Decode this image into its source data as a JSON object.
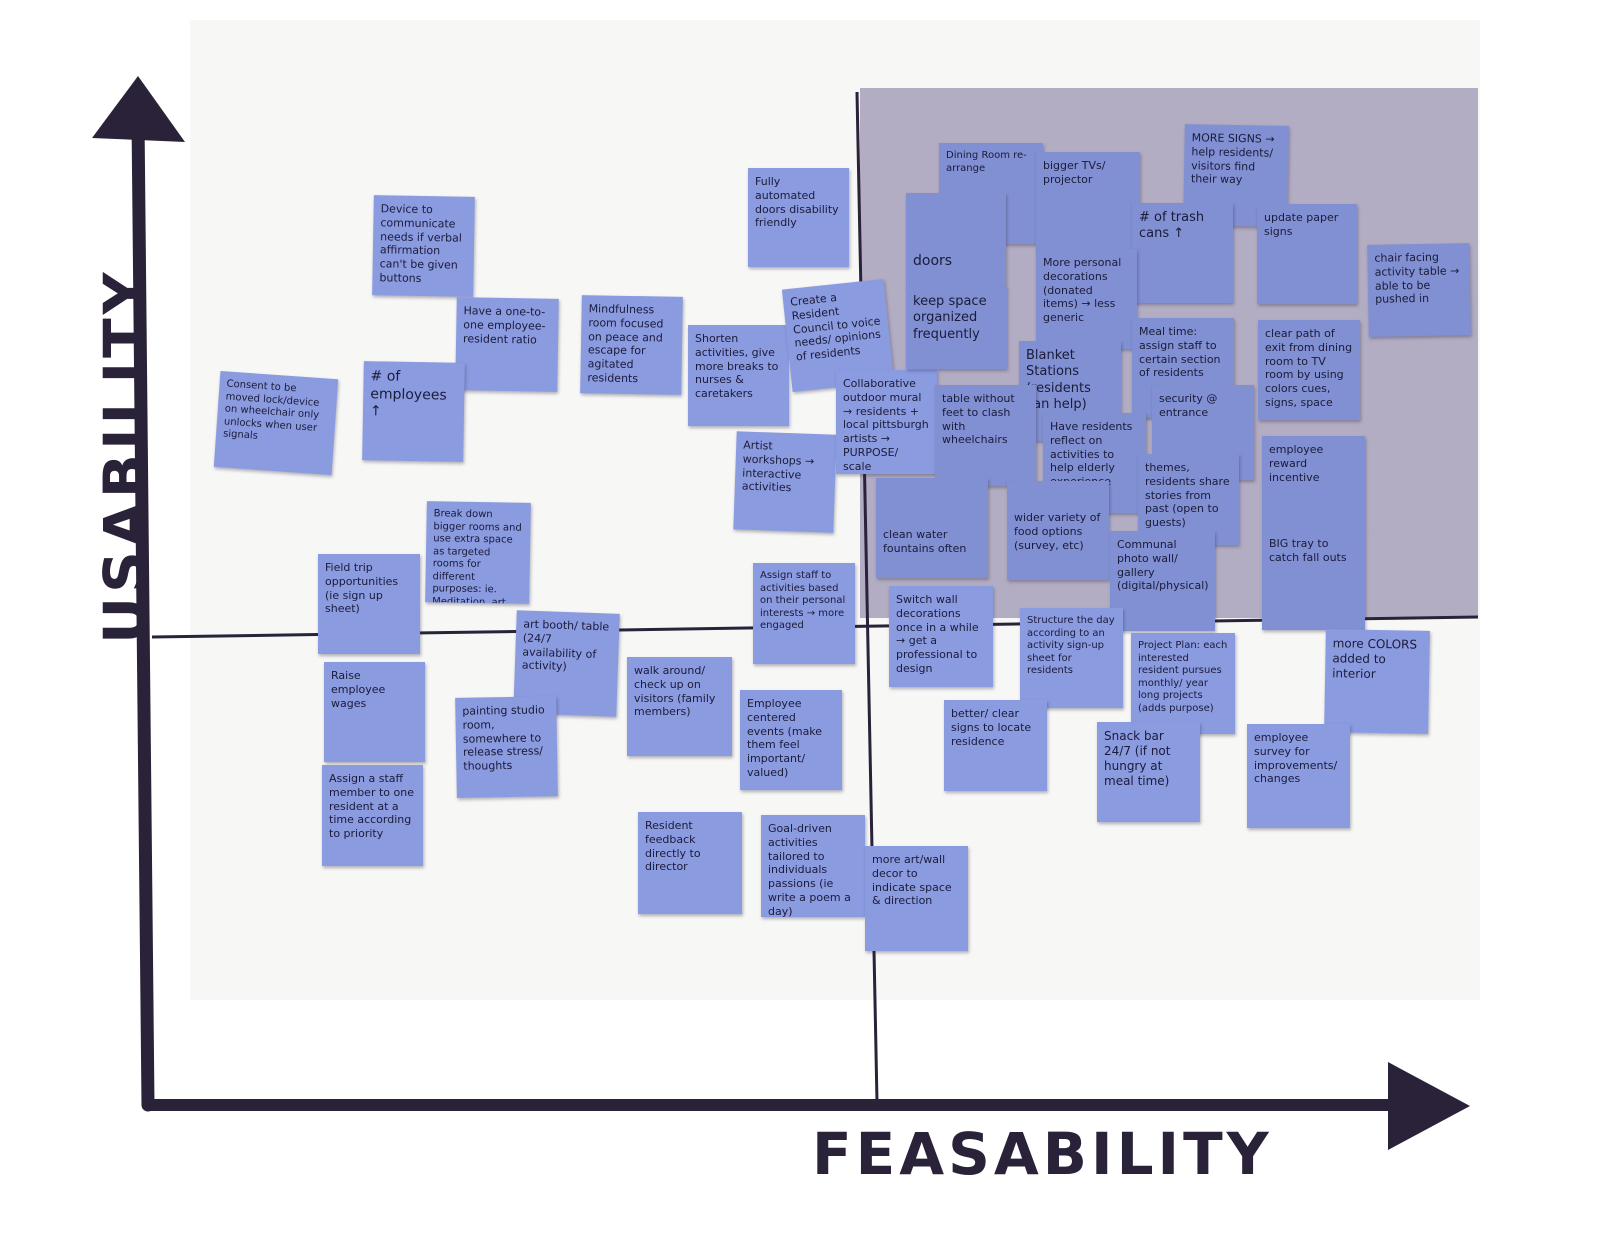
{
  "axes": {
    "y_label": "USABILITY",
    "x_label": "FEASABILITY"
  },
  "colors": {
    "note": "#8b9be0",
    "highlight": "#a7a0ba",
    "axis": "#2a2238"
  },
  "notes": [
    {
      "id": "n1",
      "text": "Device to communicate needs if verbal affirmation can't be given buttons"
    },
    {
      "id": "n2",
      "text": "Have a one-to-one employee-resident ratio"
    },
    {
      "id": "n3",
      "text": "# of employees ↑"
    },
    {
      "id": "n4",
      "text": "Mindfulness room focused on peace and escape for agitated residents"
    },
    {
      "id": "n5",
      "text": "Fully automated doors disability friendly"
    },
    {
      "id": "n6",
      "text": "Shorten activities, give more breaks to nurses & caretakers"
    },
    {
      "id": "n7",
      "text": "Create a Resident Council to voice needs/ opinions of residents"
    },
    {
      "id": "n8",
      "text": "Artist workshops → interactive activities"
    },
    {
      "id": "n9",
      "text": "Collaborative outdoor mural → residents + local pittsburgh artists → PURPOSE/ scale"
    },
    {
      "id": "n10",
      "text": "Break down bigger rooms and use extra space as targeted rooms for different purposes: ie. Meditation, art, etc"
    },
    {
      "id": "n11",
      "text": "Field trip opportunities (ie sign up sheet)"
    },
    {
      "id": "n12",
      "text": "art booth/ table (24/7 availability of activity)"
    },
    {
      "id": "n13",
      "text": "Raise employee wages"
    },
    {
      "id": "n14",
      "text": "painting studio room, somewhere to release stress/ thoughts"
    },
    {
      "id": "n15",
      "text": "Assign a staff member to one resident at a time according to priority"
    },
    {
      "id": "n16",
      "text": "walk around/ check up on visitors (family members)"
    },
    {
      "id": "n17",
      "text": "Assign staff to activities based on their personal interests → more engaged"
    },
    {
      "id": "n18",
      "text": "Employee centered events (make them feel important/ valued)"
    },
    {
      "id": "n19",
      "text": "Resident feedback directly to director"
    },
    {
      "id": "n20",
      "text": "Goal-driven activities tailored to individuals passions (ie write a poem a day)"
    },
    {
      "id": "n21",
      "text": "more art/wall decor to indicate space & direction"
    },
    {
      "id": "n22",
      "text": "Dining Room re-arrange"
    },
    {
      "id": "n23",
      "text": "bigger TVs/ projector"
    },
    {
      "id": "n24",
      "text": "MORE SIGNS → help residents/ visitors find their way"
    },
    {
      "id": "n25",
      "text": "doors"
    },
    {
      "id": "n26",
      "text": "# of trash cans ↑"
    },
    {
      "id": "n27",
      "text": "update paper signs"
    },
    {
      "id": "n28",
      "text": "chair facing activity table → able to be pushed in"
    },
    {
      "id": "n29",
      "text": "keep space organized frequently"
    },
    {
      "id": "n30",
      "text": "More personal decorations (donated items) → less generic"
    },
    {
      "id": "n31",
      "text": "Meal time: assign staff to certain section of residents"
    },
    {
      "id": "n32",
      "text": "clear path of exit from dining room to TV room by using colors cues, signs, space"
    },
    {
      "id": "n33",
      "text": "Blanket Stations (residents can help)"
    },
    {
      "id": "n34",
      "text": "table without feet to clash with wheelchairs"
    },
    {
      "id": "n35",
      "text": "security @ entrance"
    },
    {
      "id": "n36",
      "text": "Have residents reflect on activities to help elderly experience"
    },
    {
      "id": "n37",
      "text": "employee reward incentive"
    },
    {
      "id": "n38",
      "text": "themes, residents share stories from past (open to guests)"
    },
    {
      "id": "n39",
      "text": "clean water fountains often"
    },
    {
      "id": "n40",
      "text": "wider variety of food options (survey, etc)"
    },
    {
      "id": "n41",
      "text": "Communal photo wall/ gallery (digital/physical)"
    },
    {
      "id": "n42",
      "text": "BIG tray to catch fall outs"
    },
    {
      "id": "n43",
      "text": "Switch wall decorations once in a while → get a professional to design"
    },
    {
      "id": "n44",
      "text": "Structure the day according to an activity sign-up sheet for residents"
    },
    {
      "id": "n45",
      "text": "Project Plan: each interested resident pursues monthly/ year long projects (adds purpose)"
    },
    {
      "id": "n46",
      "text": "more COLORS added to interior"
    },
    {
      "id": "n47",
      "text": "better/ clear signs to locate residence"
    },
    {
      "id": "n48",
      "text": "Snack bar 24/7 (if not hungry at meal time)"
    },
    {
      "id": "n49",
      "text": "employee survey for improvements/ changes"
    },
    {
      "id": "n50",
      "text": "Consent to be moved lock/device on wheelchair only unlocks when user signals"
    }
  ]
}
